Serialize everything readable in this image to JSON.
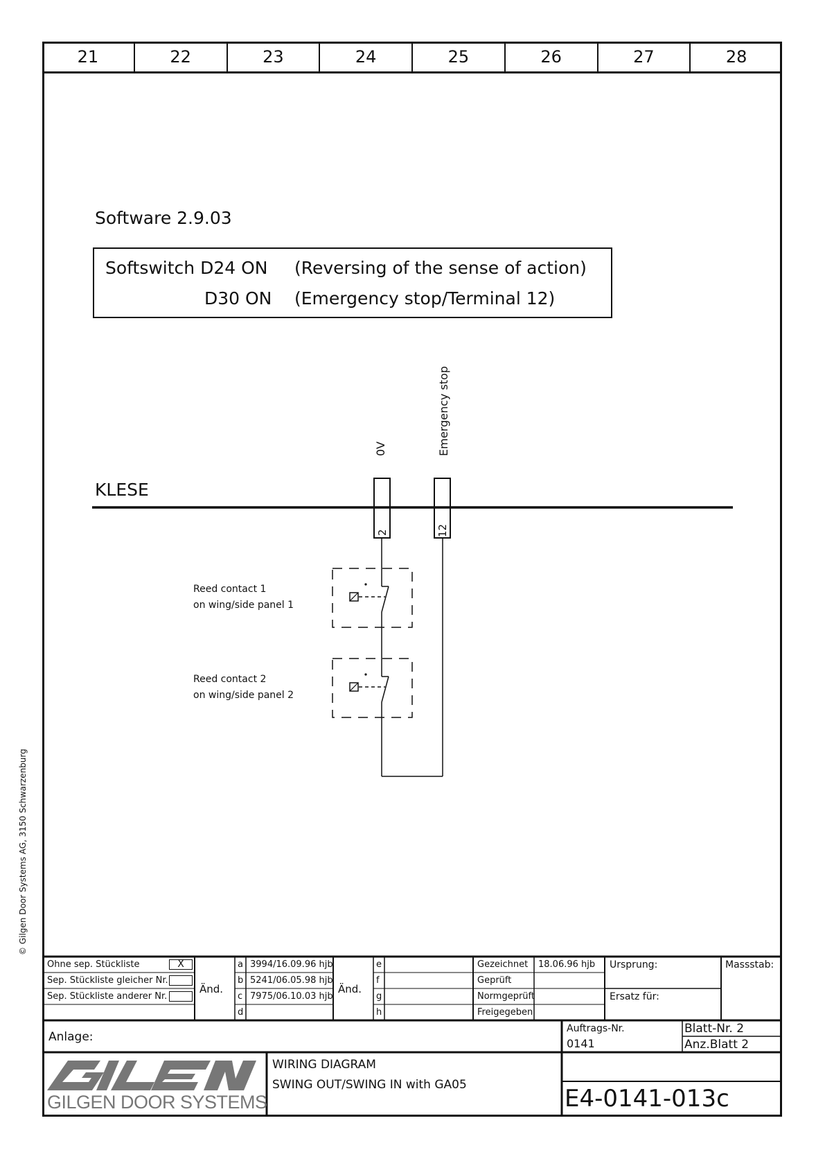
{
  "columns": [
    "21",
    "22",
    "23",
    "24",
    "25",
    "26",
    "27",
    "28"
  ],
  "software_label": "Software 2.9.03",
  "softswitch": {
    "row1_left": "Softswitch D24 ON",
    "row1_right": "(Reversing of the sense of action)",
    "row2_left": "D30 ON",
    "row2_right": "(Emergency stop/Terminal 12)"
  },
  "copyright": "© Gilgen Door Systems AG, 3150 Schwarzenburg",
  "diagram": {
    "bus_label": "KLESE",
    "terminals": [
      {
        "signal": "0V",
        "number": "2"
      },
      {
        "signal": "Emergency stop",
        "number": "12"
      }
    ],
    "reed1": {
      "line1": "Reed contact 1",
      "line2": "on wing/side panel 1"
    },
    "reed2": {
      "line1": "Reed contact 2",
      "line2": "on wing/side panel 2"
    }
  },
  "title_block": {
    "parts": [
      {
        "label": "Ohne sep. Stückliste",
        "mark": "X"
      },
      {
        "label": "Sep. Stückliste gleicher Nr.",
        "mark": ""
      },
      {
        "label": "Sep. Stückliste anderer Nr.",
        "mark": ""
      }
    ],
    "and_label": "Änd.",
    "revisions_left": [
      {
        "letter": "a",
        "text": "3994/16.09.96 hjb"
      },
      {
        "letter": "b",
        "text": "5241/06.05.98 hjb"
      },
      {
        "letter": "c",
        "text": "7975/06.10.03 hjb"
      },
      {
        "letter": "d",
        "text": ""
      }
    ],
    "revisions_right": [
      {
        "letter": "e",
        "text": ""
      },
      {
        "letter": "f",
        "text": ""
      },
      {
        "letter": "g",
        "text": ""
      },
      {
        "letter": "h",
        "text": ""
      }
    ],
    "signoff": [
      {
        "label": "Gezeichnet",
        "value": "18.06.96 hjb"
      },
      {
        "label": "Geprüft",
        "value": ""
      },
      {
        "label": "Normgeprüft",
        "value": ""
      },
      {
        "label": "Freigegeben",
        "value": ""
      }
    ],
    "ursprung_label": "Ursprung:",
    "ersatz_label": "Ersatz für:",
    "massstab_label": "Massstab:",
    "anlage_label": "Anlage:",
    "auftrags_label": "Auftrags-Nr.",
    "auftrags_value": "0141",
    "blatt_nr": "Blatt-Nr. 2",
    "anz_blatt": "Anz.Blatt 2",
    "company": "GILGEN DOOR SYSTEMS",
    "title_line1": "WIRING DIAGRAM",
    "title_line2": "SWING OUT/SWING IN with GA05",
    "drawing_number": "E4-0141-013c"
  }
}
